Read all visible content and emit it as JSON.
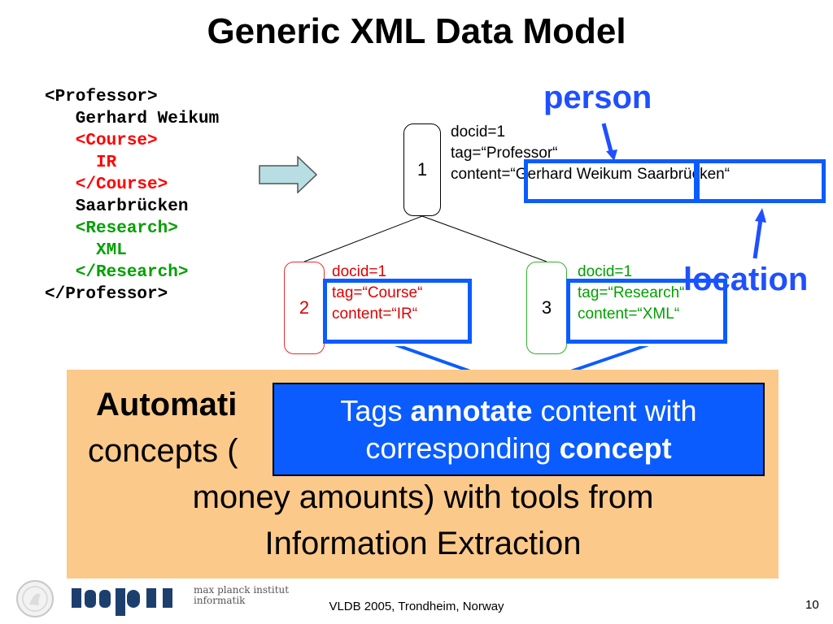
{
  "slide": {
    "title": "Generic XML Data Model"
  },
  "xml_code": {
    "lines": [
      "<Professor>",
      "   Gerhard Weikum",
      "   <Course>",
      "     IR",
      "   </Course>",
      "   Saarbrücken",
      "   <Research>",
      "     XML",
      "   </Research>",
      "</Professor>"
    ]
  },
  "tree": {
    "node1": {
      "id": "1",
      "docid": "docid=1",
      "tag": "tag=“Professor“",
      "content_prefix": "content=",
      "content_name": "“Gerhard Weikum",
      "content_place": "Saarbrücken“"
    },
    "node2": {
      "id": "2",
      "docid": "docid=1",
      "tag": "tag=“Course“",
      "content": "content=“IR“"
    },
    "node3": {
      "id": "3",
      "docid": "docid=1",
      "tag": "tag=“Research“",
      "content": "content=“XML“"
    }
  },
  "annotations": {
    "person": "person",
    "location": "location"
  },
  "orange_box": {
    "bold_start": "Automati",
    "line2": "concepts (",
    "line3": "money amounts) with tools from",
    "line4": "Information Extraction"
  },
  "callout": {
    "part1": "Tags ",
    "bold1": "annotate",
    "part2": " content with",
    "part3": "corresponding ",
    "bold2": "concept"
  },
  "footer": {
    "logo_text_line1": "max planck institut",
    "logo_text_line2": "informatik",
    "center": "VLDB 2005, Trondheim, Norway",
    "page_number": "10"
  },
  "colors": {
    "accent_blue": "#0a5cff",
    "label_blue": "#1f50ff",
    "orange": "#fbc98a",
    "red": "#ff0000",
    "green": "#00a000",
    "mpi_navy": "#1c3f6e"
  }
}
